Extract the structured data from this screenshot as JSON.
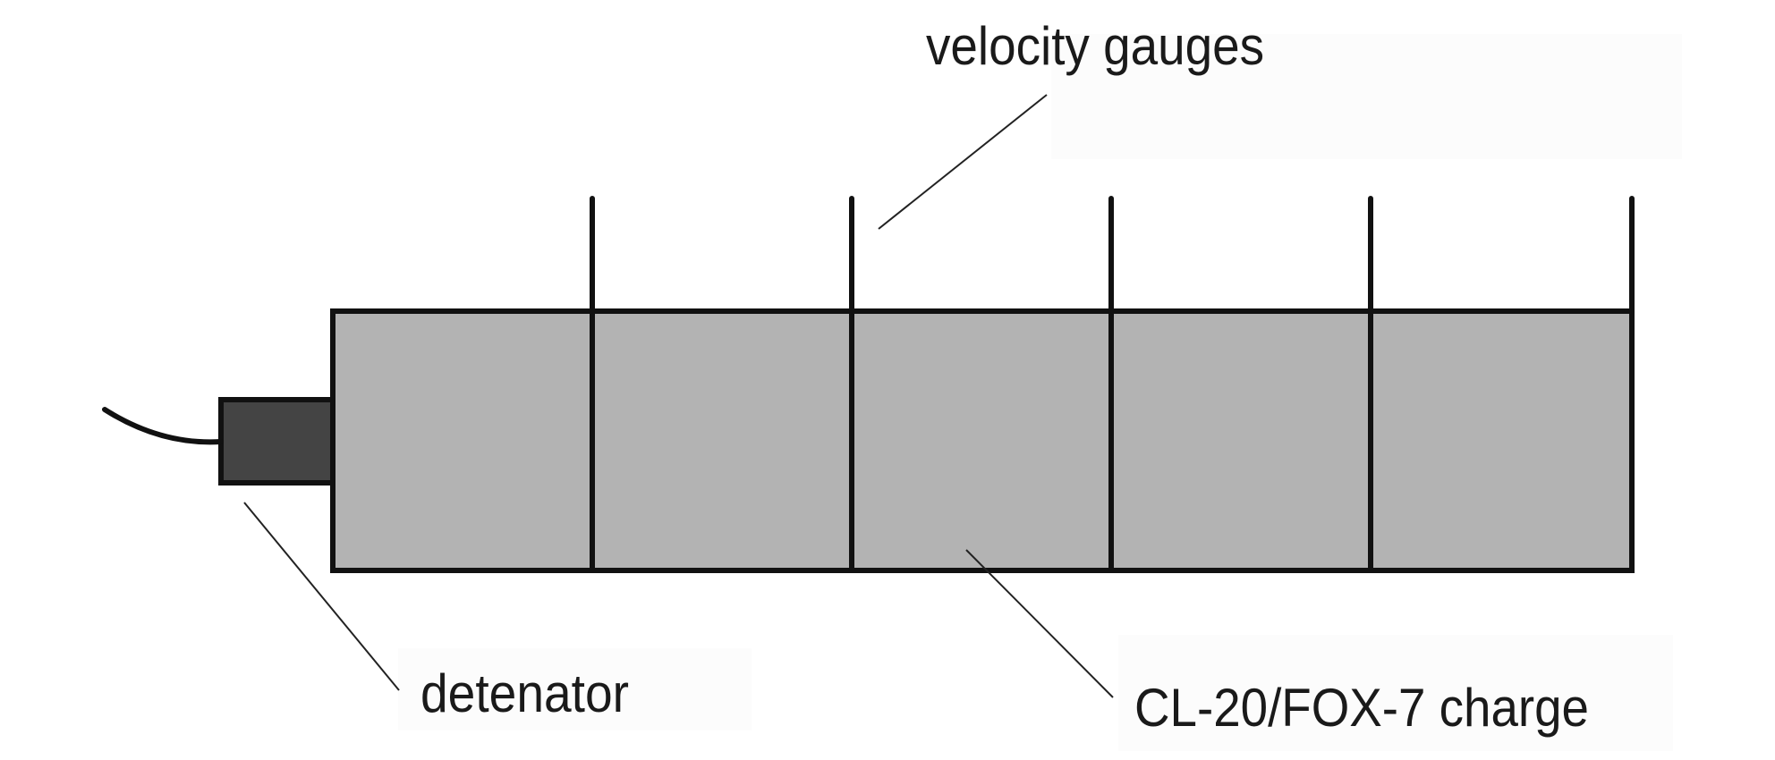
{
  "labels": {
    "velocity_gauges": "velocity gauges",
    "detonator": "detenator",
    "charge": "CL-20/FOX-7 charge"
  },
  "colors": {
    "background": "#ffffff",
    "panel_tint": "#fcfcfc",
    "charge_fill": "#b3b3b3",
    "detonator_fill": "#444444",
    "stroke": "#111111"
  },
  "gauge_count": 5,
  "charge_segments": 5
}
